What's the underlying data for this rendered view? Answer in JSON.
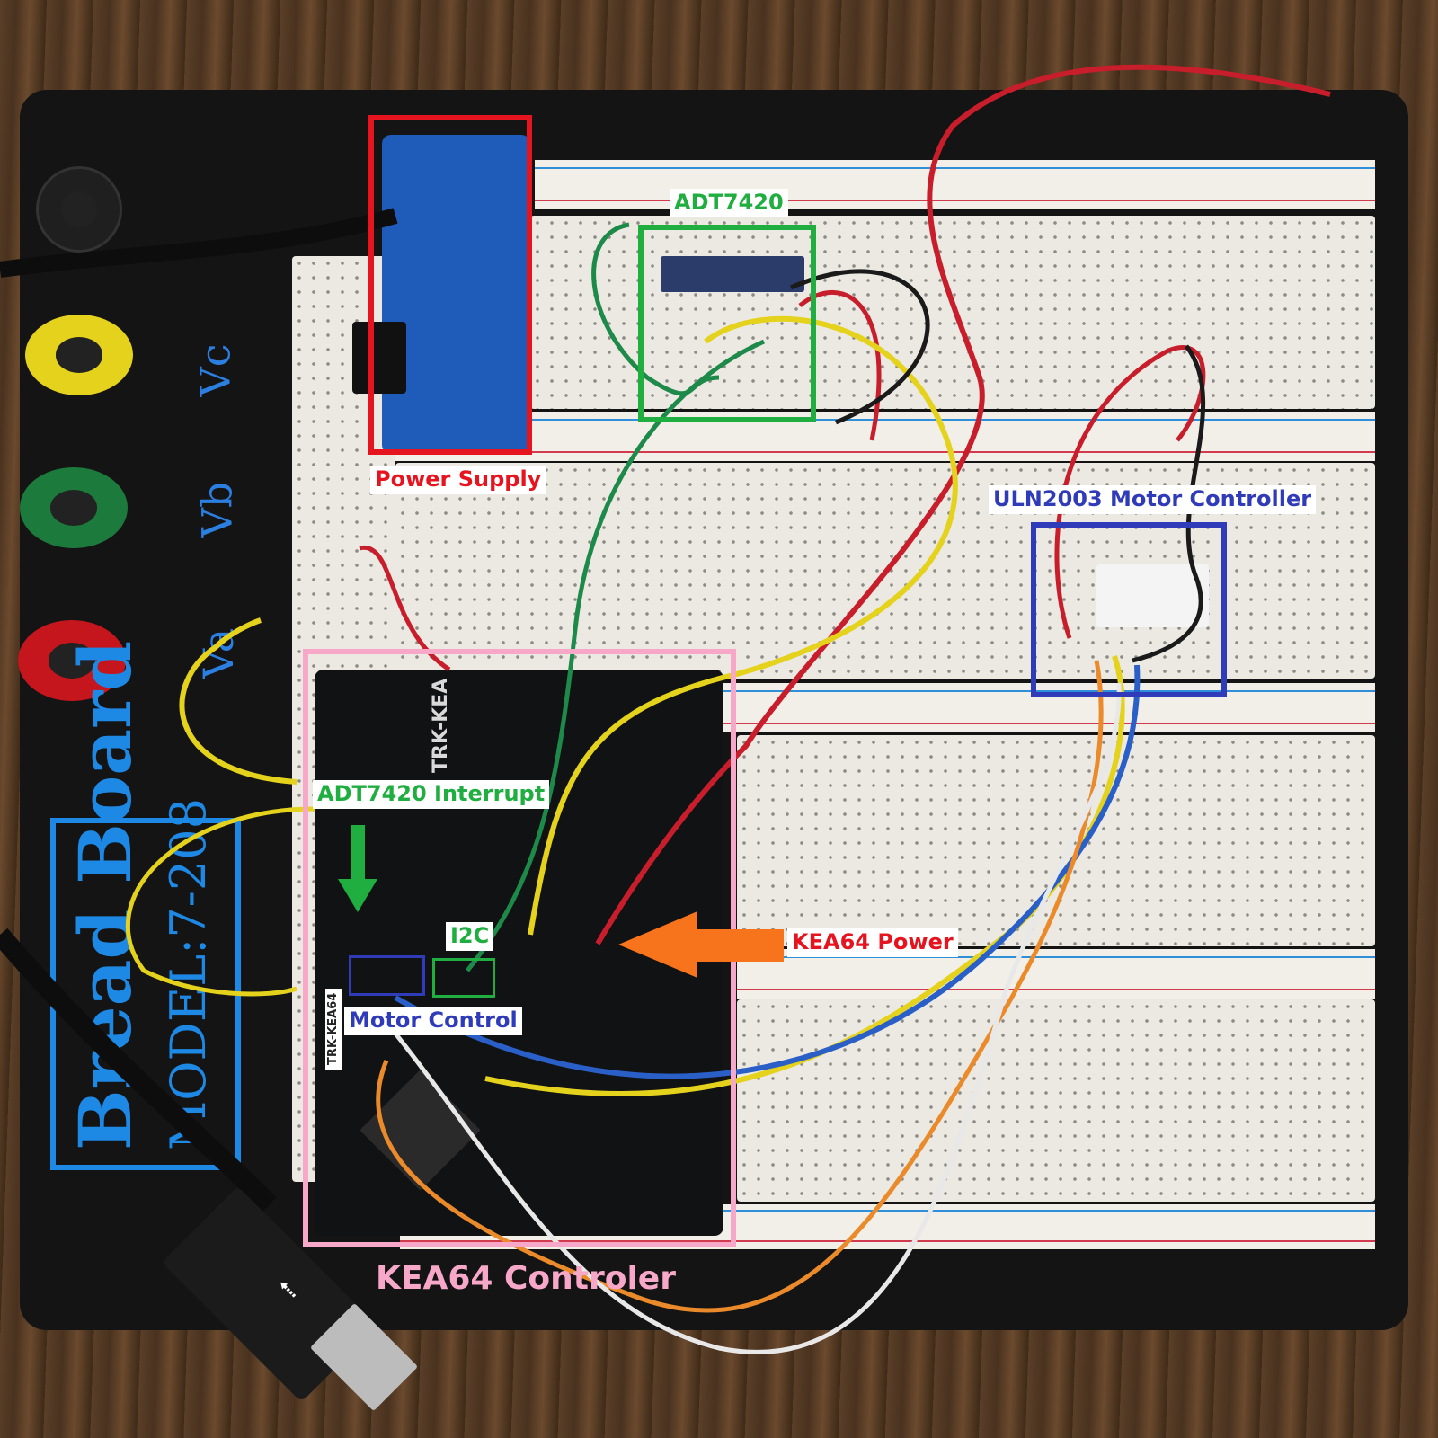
{
  "photo": {
    "scene": "breadboard-prototype",
    "binding_posts": [
      {
        "label": "Vc",
        "color": "#e4d21c"
      },
      {
        "label": "Vb",
        "color": "#1c7a3c"
      },
      {
        "label": "Va",
        "color": "#c4161c"
      }
    ],
    "base_branding": {
      "line1": "Bread Board",
      "line2": "MODEL:7-208"
    },
    "board_silkscreen": {
      "kea_board": "TRK-KEA",
      "kea_sticker": "TRK-KEA64"
    }
  },
  "annotations": {
    "power_supply": {
      "label": "Power Supply",
      "color": "#e5141e"
    },
    "adt7420": {
      "label": "ADT7420",
      "color": "#1fae3f"
    },
    "uln2003": {
      "label": "ULN2003 Motor Controller",
      "color": "#2f3bb8"
    },
    "adt7420_interrupt": {
      "label": "ADT7420 Interrupt",
      "color": "#1fae3f"
    },
    "i2c": {
      "label": "I2C",
      "color": "#1fae3f"
    },
    "motor_control": {
      "label": "Motor Control",
      "color": "#2f3bb8"
    },
    "kea64_power": {
      "label": "KEA64 Power",
      "color": "#e5141e",
      "arrow_color": "#f7741c"
    },
    "kea64_controller": {
      "label": "KEA64 Controler",
      "color": "#f7a8c8"
    }
  },
  "icons": [
    "usb-icon",
    "arrow-down-icon",
    "arrow-left-icon"
  ]
}
